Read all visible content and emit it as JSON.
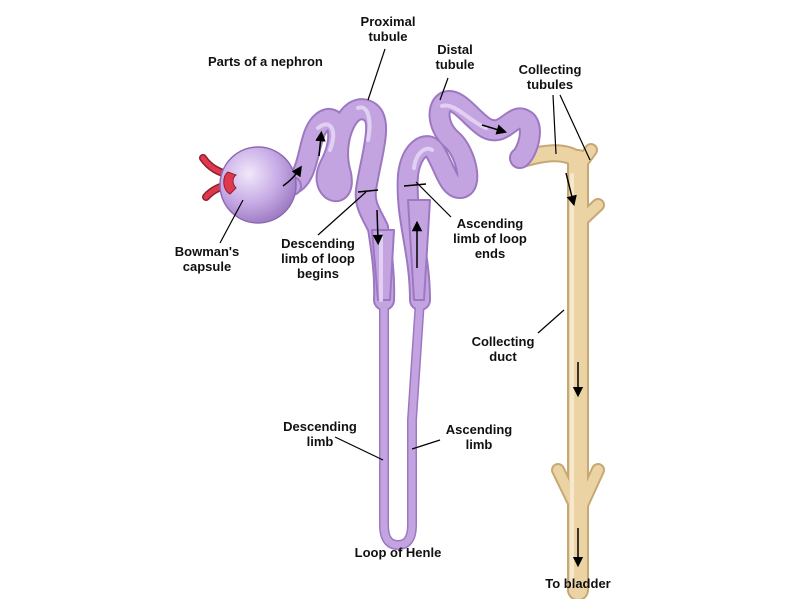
{
  "title": "Parts of a nephron",
  "labels": {
    "proximal": [
      "Proximal",
      "tubule"
    ],
    "distal": [
      "Distal",
      "tubule"
    ],
    "collecting_tubules": [
      "Collecting",
      "tubules"
    ],
    "bowmans": [
      "Bowman's",
      "capsule"
    ],
    "descending_begins": [
      "Descending",
      "limb of loop",
      "begins"
    ],
    "ascending_ends": [
      "Ascending",
      "limb of loop",
      "ends"
    ],
    "collecting_duct": [
      "Collecting",
      "duct"
    ],
    "descending_limb": [
      "Descending",
      "limb"
    ],
    "ascending_limb": [
      "Ascending",
      "limb"
    ],
    "loop_of_henle": "Loop of Henle",
    "to_bladder": "To bladder"
  },
  "colors": {
    "nephron_fill": "#c3a4e0",
    "nephron_shade": "#9d78c2",
    "duct_fill": "#ecd3a4",
    "duct_shade": "#c6a874",
    "vessel": "#e0394e",
    "leader": "#000000"
  }
}
